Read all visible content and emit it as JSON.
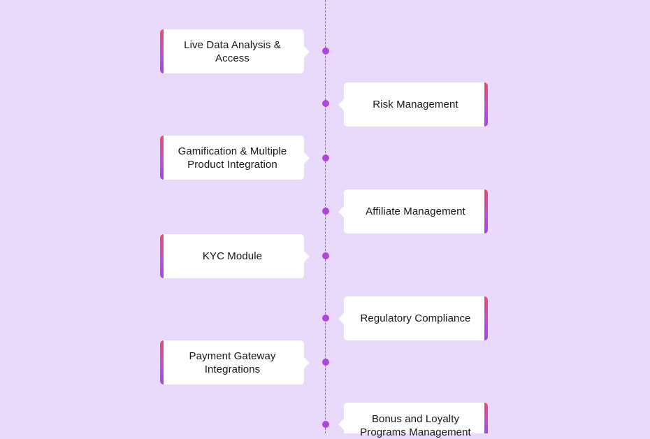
{
  "colors": {
    "background": "#e9dafc",
    "line": "#b04ae0",
    "dot": "#b044e0",
    "card": "#ffffff",
    "accent_top": "#f0486a",
    "accent_bottom": "#9a4ae8",
    "text": "#161616"
  },
  "items": [
    {
      "label": "Live Data Analysis & Access",
      "side": "left"
    },
    {
      "label": "Risk Management",
      "side": "right"
    },
    {
      "label": "Gamification & Multiple Product Integration",
      "side": "left"
    },
    {
      "label": "Affiliate Management",
      "side": "right"
    },
    {
      "label": "KYC Module",
      "side": "left"
    },
    {
      "label": "Regulatory Compliance",
      "side": "right"
    },
    {
      "label": "Payment Gateway Integrations",
      "side": "left"
    },
    {
      "label": "Bonus and Loyalty Programs Management",
      "side": "right"
    }
  ]
}
